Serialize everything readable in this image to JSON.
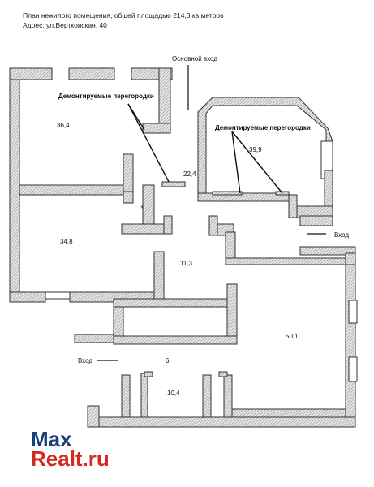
{
  "header": {
    "title": "План нежилого помещения, общей площадью 214,3 кв.метров",
    "address": "Адрес: ул.Вертковская, 40"
  },
  "annotations": {
    "main_entrance": "Основной вход",
    "partitions_left": "Демонтируемые перегородки",
    "partitions_right": "Демонтируемые перегородки",
    "entrance_right": "Вход",
    "entrance_left": "Вход"
  },
  "rooms": {
    "r36_4": "36,4",
    "r22_4": "22,4",
    "r39_9": "39,9",
    "r3": "3",
    "r34_8": "34,8",
    "r11_3": "11,3",
    "r50_1": "50,1",
    "r6": "6",
    "r10_4": "10,4"
  },
  "watermark": {
    "line1": "Max",
    "line2": "Realt.ru"
  },
  "colors": {
    "wall_fill": "#d9d9d9",
    "wall_stroke": "#333333",
    "watermark_blue": "#1b3f7a",
    "watermark_red": "#d42a1e"
  }
}
